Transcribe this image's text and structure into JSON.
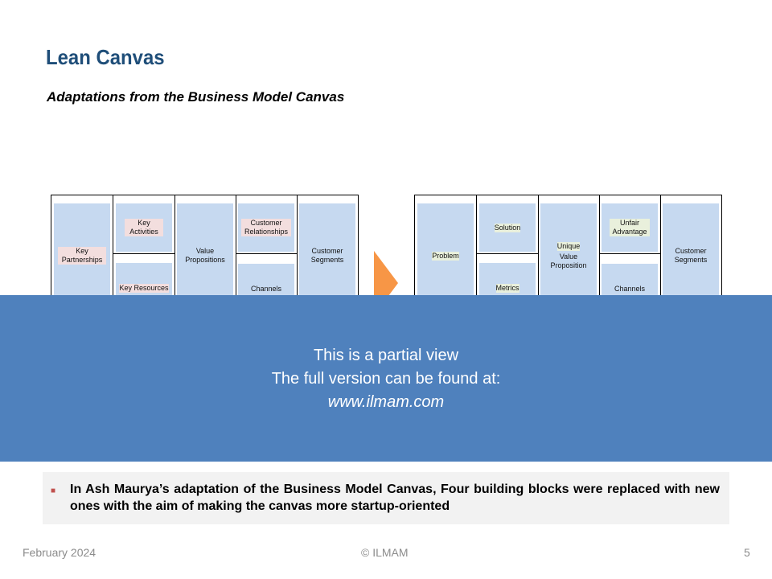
{
  "title": "Lean Canvas",
  "subtitle": "Adaptations from the Business Model Canvas",
  "bmc": {
    "key_partnerships": "Key Partnerships",
    "key_activities": "Key Activities",
    "key_resources": "Key Resources",
    "value_propositions": "Value Propositions",
    "customer_relationships": "Customer Relationships",
    "channels": "Channels",
    "customer_segments": "Customer Segments"
  },
  "lean": {
    "problem": "Problem",
    "solution": "Solution",
    "metrics": "Metrics",
    "unique": "Unique",
    "value_proposition": "Value Proposition",
    "unfair_advantage": "Unfair Advantage",
    "channels": "Channels",
    "customer_segments": "Customer Segments"
  },
  "overlay": {
    "line1": "This is a partial view",
    "line2": "The full version can be found at:",
    "url": "www.ilmam.com"
  },
  "note": "In Ash Maurya’s adaptation of the Business Model Canvas, Four building blocks were replaced with new ones with the aim of making the canvas more startup-oriented",
  "footer": {
    "date": "February 2024",
    "copyright": "© ILMAM",
    "page": "5"
  },
  "colors": {
    "overlay": "#4f81bd",
    "arrow": "#f79646",
    "cell": "#c6d9f0"
  }
}
